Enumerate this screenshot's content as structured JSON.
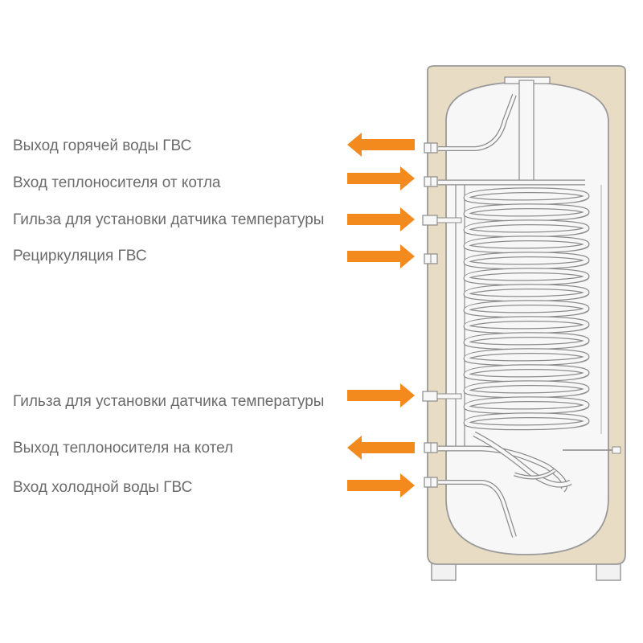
{
  "colors": {
    "background": "#ffffff",
    "insulation": "#e8dcc4",
    "insulation_edge": "#9a9a9a",
    "tank": "#f7f7f7",
    "line": "#8c8c8c",
    "arrow": "#f28a1e",
    "text": "#6b6b6b"
  },
  "connections": [
    {
      "label": "Выход горячей воды ГВС",
      "direction": "out"
    },
    {
      "label": "Вход теплоносителя от котла",
      "direction": "in"
    },
    {
      "label": "Гильза для установки датчика температуры",
      "direction": "in"
    },
    {
      "label": "Рециркуляция ГВС",
      "direction": "in"
    },
    {
      "label": "Гильза для установки датчика температуры",
      "direction": "in"
    },
    {
      "label": "Выход теплоносителя на котел",
      "direction": "out"
    },
    {
      "label": "Вход холодной воды ГВС",
      "direction": "in"
    }
  ]
}
